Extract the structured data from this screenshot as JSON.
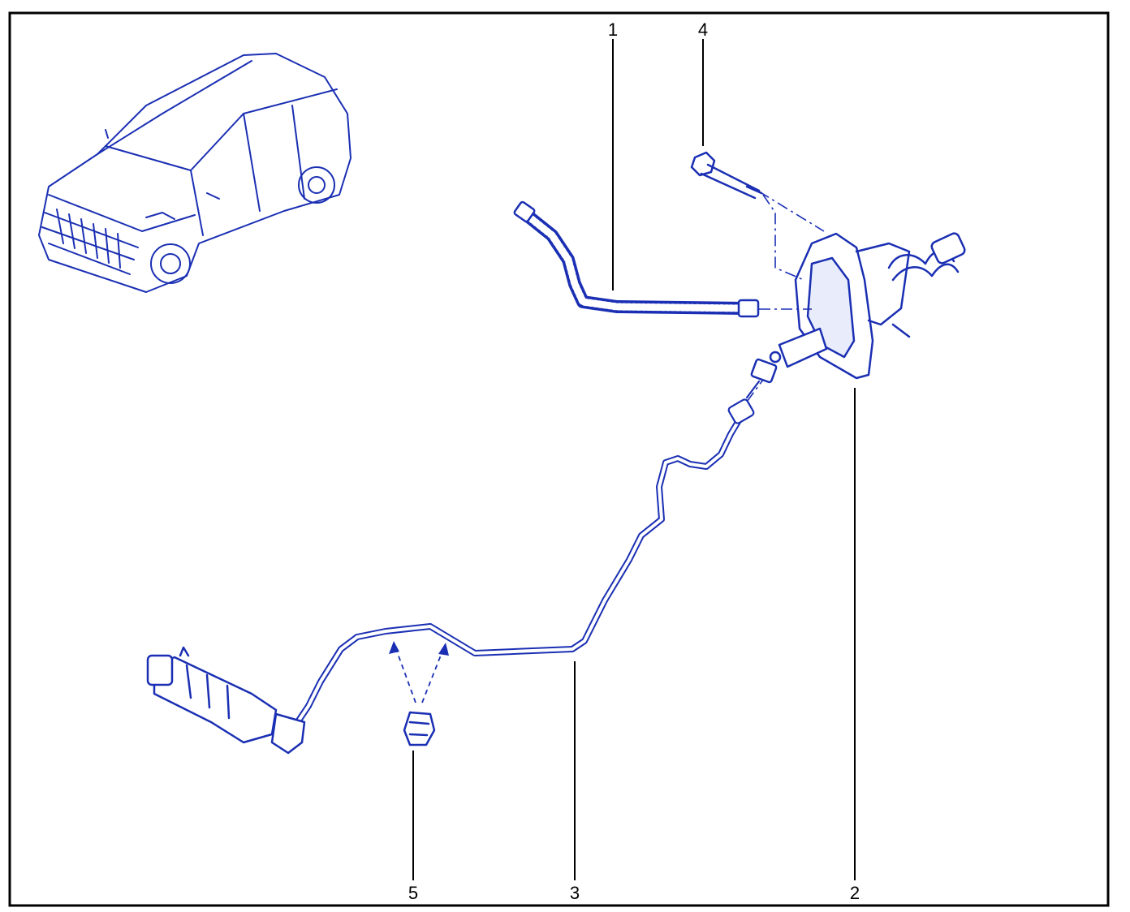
{
  "colors": {
    "line_art": "#1a2fb3",
    "fill_light": "#e8ecfb",
    "frame": "#000000",
    "text": "#000000"
  },
  "callouts": {
    "c1": "1",
    "c2": "2",
    "c3": "3",
    "c4": "4",
    "c5": "5"
  },
  "parts": {
    "vehicle": "car-illustration",
    "p1": "flexible-hose",
    "p2": "master-cylinder",
    "p3": "rigid-pipe",
    "p4": "bolt",
    "p5": "clip",
    "slave": "slave-cylinder"
  }
}
